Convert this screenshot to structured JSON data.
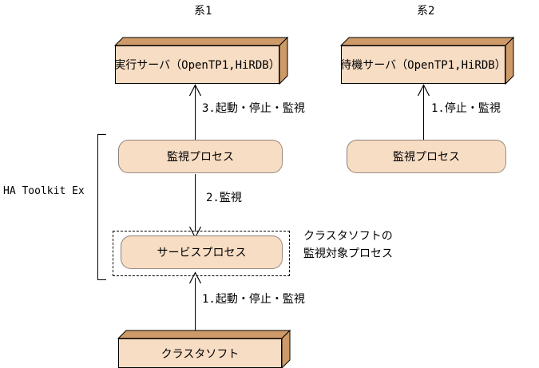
{
  "diagram": {
    "title_sys1": "系1",
    "title_sys2": "系2",
    "bracket_label": "HA Toolkit Ex",
    "side_note_line1": "クラスタソフトの",
    "side_note_line2": "監視対象プロセス",
    "colors": {
      "box_front": "#f7ddc4",
      "box_shade": "#cd9a68",
      "outline": "#000000",
      "rounded_border": "#9b8d85",
      "background": "#ffffff"
    },
    "nodes": [
      {
        "id": "active-server",
        "label": "実行サーバ（OpenTP1,HiRDB）",
        "shape": "cuboid",
        "column": "sys1"
      },
      {
        "id": "standby-server",
        "label": "待機サーバ（OpenTP1,HiRDB）",
        "shape": "cuboid",
        "column": "sys2"
      },
      {
        "id": "monitor-process-sys1",
        "label": "監視プロセス",
        "shape": "rounded",
        "column": "sys1"
      },
      {
        "id": "monitor-process-sys2",
        "label": "監視プロセス",
        "shape": "rounded",
        "column": "sys2"
      },
      {
        "id": "service-process",
        "label": "サービスプロセス",
        "shape": "rounded",
        "column": "sys1"
      },
      {
        "id": "cluster-software",
        "label": "クラスタソフト",
        "shape": "cuboid",
        "column": "sys1"
      }
    ],
    "edges": [
      {
        "id": "edge-3",
        "label": "3.起動・停止・監視",
        "from": "monitor-process-sys1",
        "to": "active-server"
      },
      {
        "id": "edge-2",
        "label": "2.監視",
        "from": "monitor-process-sys1",
        "to": "service-process"
      },
      {
        "id": "edge-1",
        "label": "1.起動・停止・監視",
        "from": "cluster-software",
        "to": "service-process"
      },
      {
        "id": "edge-sys2-1",
        "label": "1.停止・監視",
        "from": "monitor-process-sys2",
        "to": "standby-server"
      }
    ]
  }
}
